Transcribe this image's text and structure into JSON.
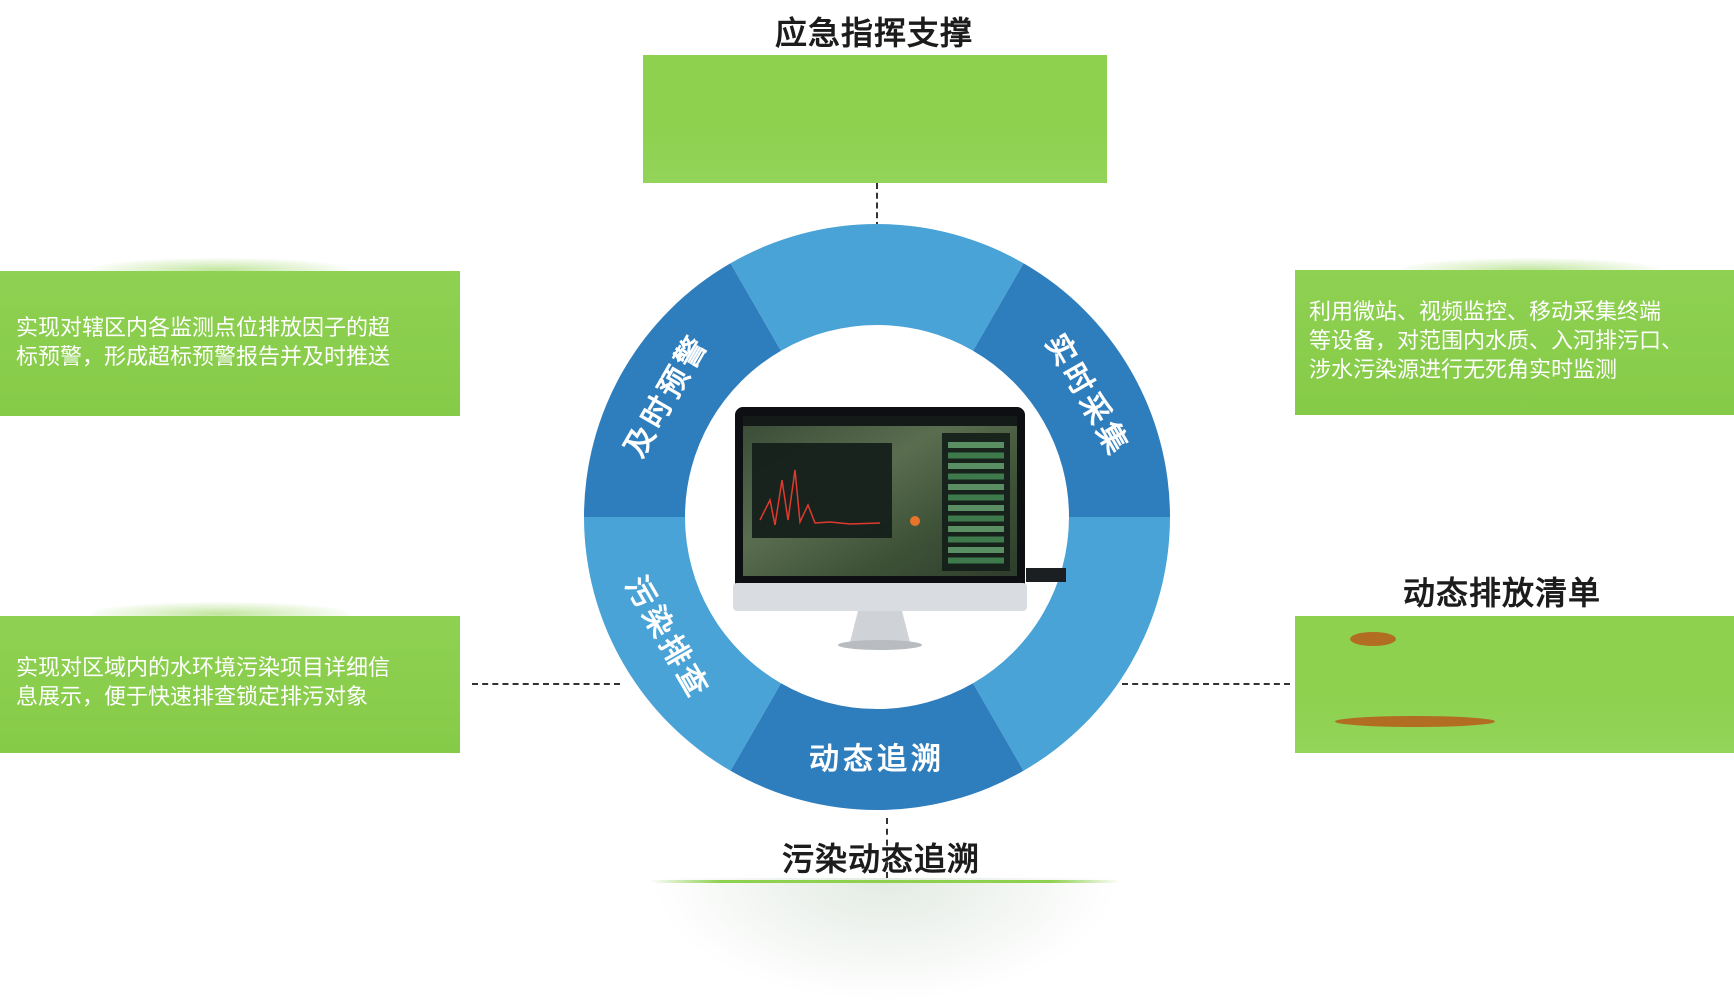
{
  "titles": {
    "top": "应急指挥支撑",
    "right": "动态排放清单",
    "bottom": "污染动态追溯"
  },
  "ring": {
    "segments": [
      {
        "label": "实时采集",
        "color": "#2e7dbd"
      },
      {
        "label": "",
        "color": "#4aa3d6"
      },
      {
        "label": "动态追溯",
        "color": "#2e7dbd"
      },
      {
        "label": "污染排查",
        "color": "#4aa3d6"
      },
      {
        "label": "及时预警",
        "color": "#2e7dbd"
      },
      {
        "label": "",
        "color": "#4aa3d6"
      }
    ]
  },
  "panels": {
    "left_top": {
      "text_line1": "实现对辖区内各监测点位排放因子的超",
      "text_line2": "标预警，形成超标预警报告并及时推送"
    },
    "left_bottom": {
      "text_line1": "实现对区域内的水环境污染项目详细信",
      "text_line2": "息展示，便于快速排查锁定排污对象"
    },
    "right_top": {
      "text_line1": "利用微站、视频监控、移动采集终端",
      "text_line2": "等设备，对范围内水质、入河排污口、",
      "text_line3": "涉水污染源进行无死角实时监测"
    }
  },
  "colors": {
    "panel_green": "#8ed14f",
    "ring_dark": "#2e7dbd",
    "ring_light": "#4aa3d6"
  }
}
